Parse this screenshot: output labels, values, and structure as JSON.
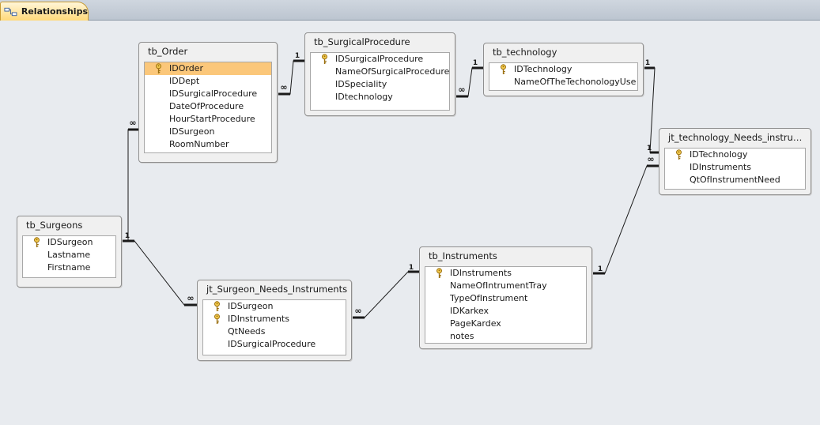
{
  "document_tab": {
    "label": "Relationships",
    "icon": "relationships-icon"
  },
  "tables": [
    {
      "id": "tb_Order",
      "title": "tb_Order",
      "fields": [
        {
          "name": "IDOrder",
          "key": true,
          "selected": true
        },
        {
          "name": "IDDept",
          "key": false
        },
        {
          "name": "IDSurgicalProcedure",
          "key": false
        },
        {
          "name": "DateOfProcedure",
          "key": false
        },
        {
          "name": "HourStartProcedure",
          "key": false
        },
        {
          "name": "IDSurgeon",
          "key": false
        },
        {
          "name": "RoomNumber",
          "key": false
        }
      ]
    },
    {
      "id": "tb_SurgicalProcedure",
      "title": "tb_SurgicalProcedure",
      "fields": [
        {
          "name": "IDSurgicalProcedure",
          "key": true
        },
        {
          "name": "NameOfSurgicalProcedure",
          "key": false
        },
        {
          "name": "IDSpeciality",
          "key": false
        },
        {
          "name": "IDtechnology",
          "key": false
        }
      ]
    },
    {
      "id": "tb_technology",
      "title": "tb_technology",
      "fields": [
        {
          "name": "IDTechnology",
          "key": true
        },
        {
          "name": "NameOfTheTechonologyUse",
          "key": false
        }
      ]
    },
    {
      "id": "jt_technology_Needs_instruments",
      "title": "jt_technology_Needs_instrume...",
      "fields": [
        {
          "name": "IDTechnology",
          "key": true
        },
        {
          "name": "IDInstruments",
          "key": false
        },
        {
          "name": "QtOfInstrumentNeed",
          "key": false
        }
      ]
    },
    {
      "id": "tb_Surgeons",
      "title": "tb_Surgeons",
      "fields": [
        {
          "name": "IDSurgeon",
          "key": true
        },
        {
          "name": "Lastname",
          "key": false
        },
        {
          "name": "Firstname",
          "key": false
        }
      ]
    },
    {
      "id": "jt_Surgeon_Needs_Instruments",
      "title": "jt_Surgeon_Needs_Instruments",
      "fields": [
        {
          "name": "IDSurgeon",
          "key": true
        },
        {
          "name": "IDInstruments",
          "key": true
        },
        {
          "name": "QtNeeds",
          "key": false
        },
        {
          "name": "IDSurgicalProcedure",
          "key": false
        }
      ]
    },
    {
      "id": "tb_Instruments",
      "title": "tb_Instruments",
      "fields": [
        {
          "name": "IDInstruments",
          "key": true
        },
        {
          "name": "NameOfIntrumentTray",
          "key": false
        },
        {
          "name": "TypeOfInstrument",
          "key": false
        },
        {
          "name": "IDKarkex",
          "key": false
        },
        {
          "name": "PageKardex",
          "key": false
        },
        {
          "name": "notes",
          "key": false
        }
      ]
    }
  ],
  "relationships": [
    {
      "from": "tb_Order",
      "to": "tb_SurgicalProcedure",
      "from_label": "∞",
      "to_label": "1"
    },
    {
      "from": "tb_SurgicalProcedure",
      "to": "tb_technology",
      "from_label": "∞",
      "to_label": "1"
    },
    {
      "from": "tb_technology",
      "to": "jt_technology_Needs_instruments",
      "from_label": "1",
      "to_label": "1"
    },
    {
      "from": "tb_Surgeons",
      "to": "tb_Order",
      "from_label": "1",
      "to_label": "∞"
    },
    {
      "from": "tb_Surgeons",
      "to": "jt_Surgeon_Needs_Instruments",
      "from_label": "1",
      "to_label": "∞"
    },
    {
      "from": "jt_Surgeon_Needs_Instruments",
      "to": "tb_Instruments",
      "from_label": "∞",
      "to_label": "1"
    },
    {
      "from": "tb_Instruments",
      "to": "jt_technology_Needs_instruments",
      "from_label": "1",
      "to_label": "∞"
    }
  ],
  "colors": {
    "canvas": "#e8ebef",
    "selected_row": "#fbc77a",
    "tab": "#ffd97a",
    "key_icon": "#d9a521"
  }
}
